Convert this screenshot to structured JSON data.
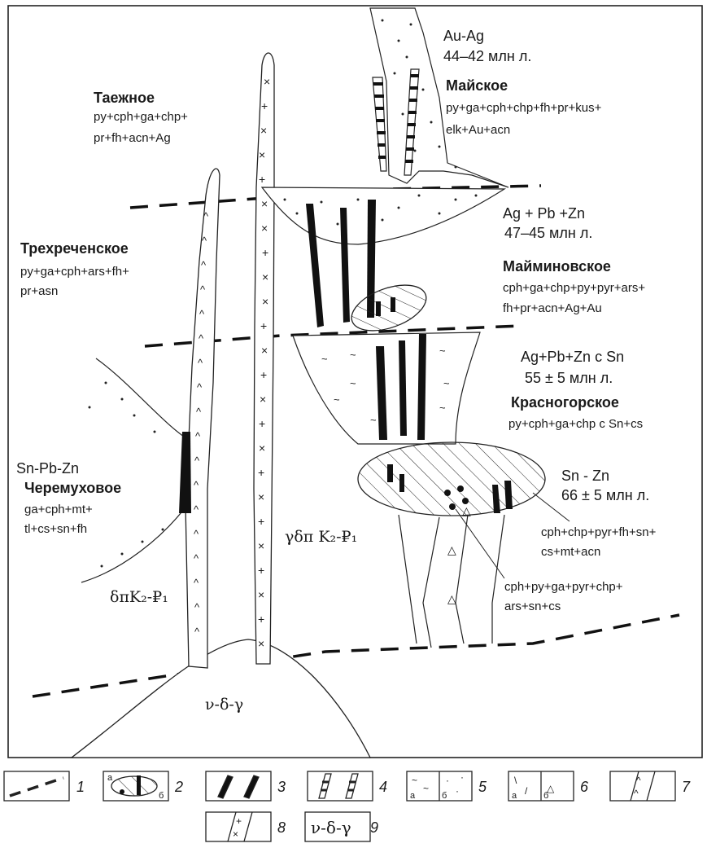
{
  "age_labels": {
    "au_ag_title": "Au-Ag",
    "au_ag_age": "44–42 млн л.",
    "ag_pb_zn_title": "Ag + Pb +Zn",
    "ag_pb_zn_age": "47–45 млн л.",
    "ag_pb_zn_sn_title": "Ag+Pb+Zn с Sn",
    "ag_pb_zn_sn_age": "55 ± 5 млн л.",
    "sn_zn_title": "Sn - Zn",
    "sn_zn_age": "66 ± 5 млн л.",
    "sn_pb_zn_title": "Sn-Pb-Zn"
  },
  "deposits": {
    "taezhnoe": "Таежное",
    "maiskoe": "Майское",
    "trekhrechenskoe": "Трехреченское",
    "maiminovskoe": "Майминовское",
    "krasnogorskoe": "Красногорское",
    "cheremukhovoe": "Черемуховое"
  },
  "minerals": {
    "taezhnoe_1": "py+cph+ga+chp+",
    "taezhnoe_2": "pr+fh+acn+Ag",
    "maiskoe_1": "py+ga+cph+chp+fh+pr+kus+",
    "maiskoe_2": "elk+Au+acn",
    "trekh_1": "py+ga+cph+ars+fh+",
    "trekh_2": "pr+asn",
    "maimin_1": "cph+ga+chp+py+pyr+ars+",
    "maimin_2": "fh+pr+acn+Ag+Au",
    "krasno_1": "py+cph+ga+chp с Sn+cs",
    "cherem_1": "ga+cph+mt+",
    "cherem_2": "tl+cs+sn+fh",
    "snzn_a_1": "cph+chp+pyr+fh+sn+",
    "snzn_a_2": "cs+mt+acn",
    "snzn_b_1": "cph+py+ga+pyr+chp+",
    "snzn_b_2": "ars+sn+cs"
  },
  "rock_labels": {
    "dyke_left": "δπK₂-₽₁",
    "dyke_right": "γδπ K₂-₽₁",
    "intrusion": "ν-δ-γ"
  },
  "legend": {
    "n1": "1",
    "n2": "2",
    "n3": "3",
    "n4": "4",
    "n5": "5",
    "n6": "6",
    "n7": "7",
    "n8": "8",
    "n9": "9",
    "sub_a": "а",
    "sub_b": "б",
    "intrusion_sym": "ν-δ-γ"
  }
}
